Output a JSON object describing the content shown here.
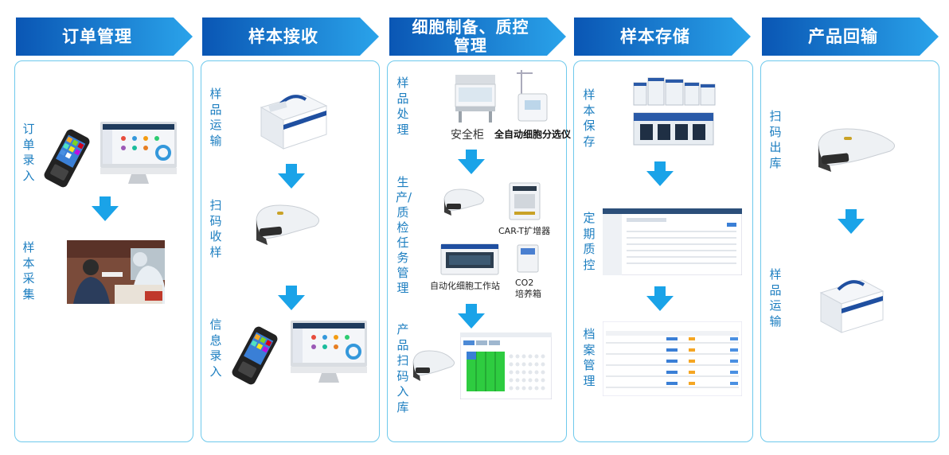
{
  "stages": [
    {
      "title": "订单管理",
      "steps": [
        "订单录入",
        "样本采集"
      ]
    },
    {
      "title": "样本接收",
      "steps": [
        "样品运输",
        "扫码收样",
        "信息录入"
      ]
    },
    {
      "title": "细胞制备、质控管理",
      "title_lines": [
        "细胞制备、质控",
        "管理"
      ],
      "steps": [
        "样品处理",
        "生产/质检任务管理",
        "产品扫码入库"
      ]
    },
    {
      "title": "样本存储",
      "steps": [
        "样本保存",
        "定期质控",
        "档案管理"
      ]
    },
    {
      "title": "产品回输",
      "steps": [
        "扫码出库",
        "样品运输"
      ]
    }
  ],
  "equipment": {
    "biosafety_cabinet": "安全柜",
    "cell_sorter": "全自动细胞分选仪",
    "car_t_amplifier": "CAR-T扩增器",
    "cell_workstation": "自动化细胞工作站",
    "co2_incubator": "CO2\n培养箱"
  },
  "colors": {
    "header_dark": "#0a56b4",
    "header_light": "#2a9ee6",
    "border": "#6ec9ec",
    "arrow": "#1aa3e8",
    "label": "#1c7ec0"
  }
}
